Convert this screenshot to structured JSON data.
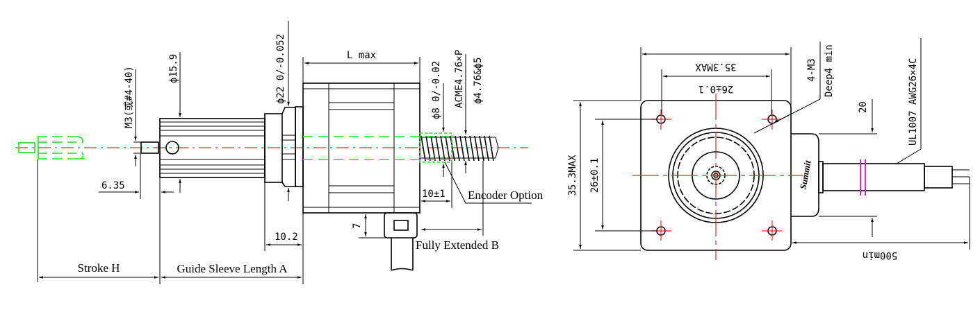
{
  "side_view": {
    "dim_l_max": "L max",
    "dim_phi22": "ϕ22 0/-0.052",
    "dim_phi15_9": "ϕ15.9",
    "dim_m3_thread": "M3(或#4-40)",
    "dim_6_35": "6.35",
    "dim_10_2": "10.2",
    "dim_stroke": "Stroke H",
    "dim_guide_sleeve": "Guide Sleeve Length A",
    "dim_phi8": "ϕ8 0/-0.02",
    "dim_acme": "ACME4.76×P",
    "dim_screw_dia": "ϕ4.76&ϕ5",
    "dim_10_1": "10±1",
    "label_encoder": "Encoder Option",
    "dim_7": "7",
    "dim_fully_extended": "Fully Extended B"
  },
  "front_view": {
    "dim_width_top": "35.3MAX",
    "dim_hole_spacing_top": "26±0.1",
    "dim_height_left": "35.3MAX",
    "dim_hole_spacing_left": "26±0.1",
    "label_mount_thread": "4-M3",
    "label_mount_depth": "Deep4 min",
    "dim_connector": "20",
    "label_cable": "UL1007 AWG26×4C",
    "dim_cable_length": "500min",
    "brand_logo": "Summit"
  },
  "colors": {
    "outline": "#000000",
    "centerline": "#ff2020",
    "extended_position": "#22dd22",
    "cable_marker": "#e020e0"
  }
}
